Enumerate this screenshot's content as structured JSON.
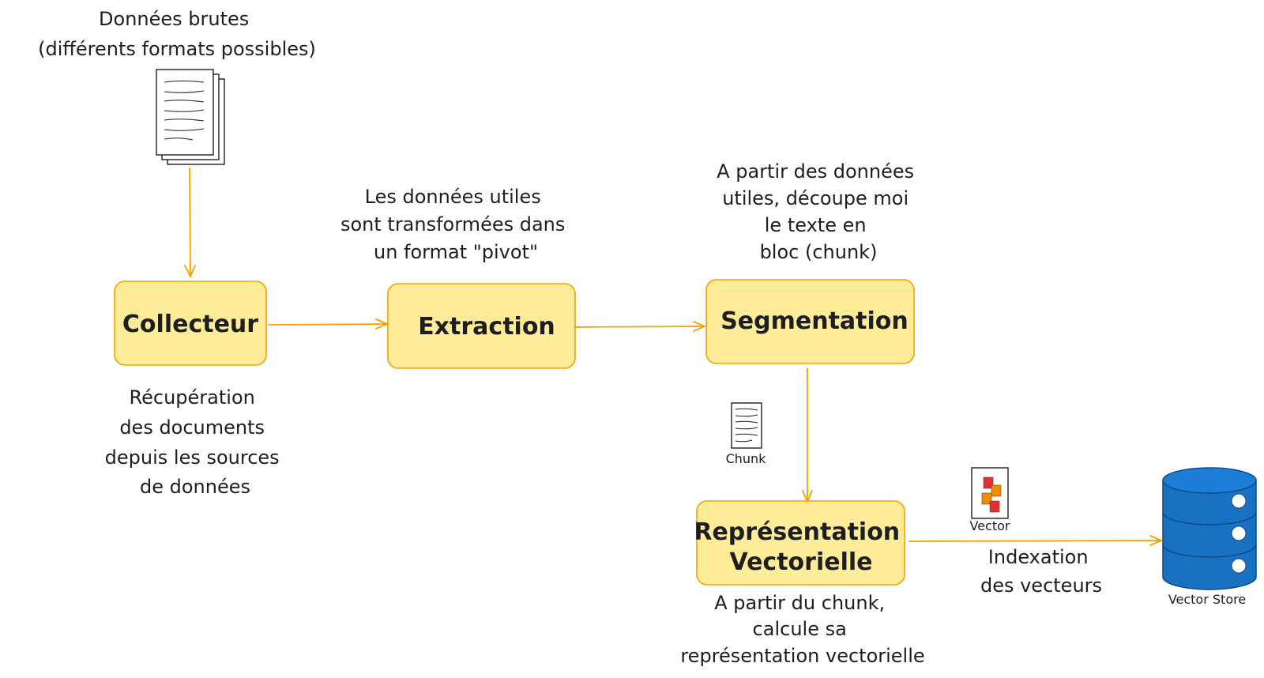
{
  "raw_data": {
    "lines": [
      "Données brutes",
      "(différents formats possibles)"
    ],
    "icon": "stacked-documents-icon"
  },
  "nodes": {
    "collecteur": {
      "label": [
        "Collecteur"
      ]
    },
    "extraction": {
      "label": [
        "Extraction"
      ]
    },
    "segmentation": {
      "label": [
        "Segmentation"
      ]
    },
    "representation": {
      "label": [
        "Représentation",
        "Vectorielle"
      ]
    }
  },
  "annotations": {
    "collecteur": [
      "Récupération",
      "des documents",
      "depuis les sources",
      "de données"
    ],
    "extraction": [
      "Les données utiles",
      "sont transformées dans",
      "un format \"pivot\""
    ],
    "segmentation": [
      "A partir des données",
      "utiles, découpe moi",
      "le texte en",
      "bloc (chunk)"
    ],
    "representation": [
      "A partir du chunk,",
      "calcule sa",
      "représentation vectorielle"
    ],
    "indexation": [
      "Indexation",
      "des vecteurs"
    ]
  },
  "icons": {
    "chunk": {
      "label": "Chunk",
      "icon": "document-icon"
    },
    "vector": {
      "label": "Vector",
      "icon": "vector-icon",
      "colors": [
        "#e03131",
        "#f08c00"
      ]
    },
    "vector_store": {
      "label": "Vector Store",
      "icon": "database-icon",
      "color": "#1971c2"
    }
  },
  "colors": {
    "box_fill": "#ffec99",
    "box_stroke": "#f59f00",
    "arrow": "#f59f00"
  }
}
